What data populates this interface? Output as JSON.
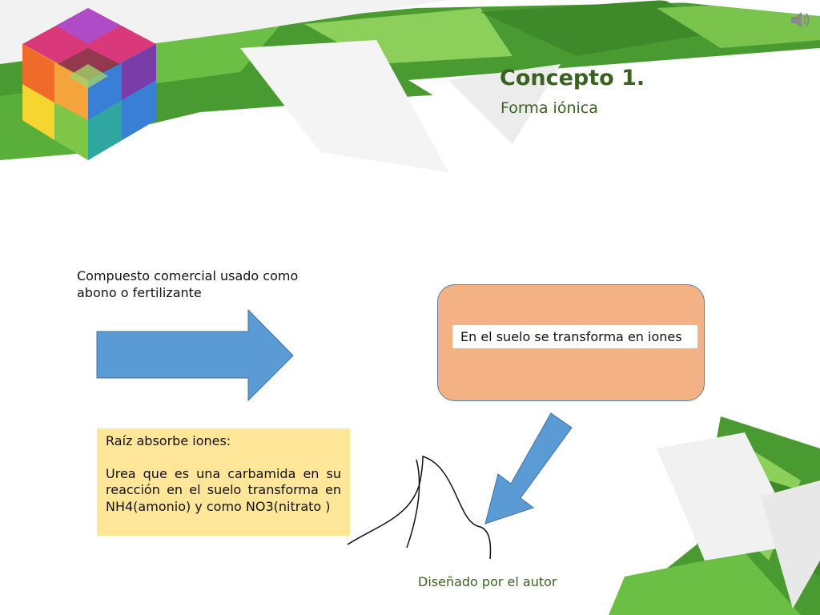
{
  "slide": {
    "title": "Concepto 1.",
    "subtitle": "Forma iónica",
    "commercial_label": "Compuesto comercial usado como abono o fertilizante",
    "soil_text": "En el suelo se transforma en iones",
    "root_heading": "Raíz absorbe  iones:",
    "root_body": "Urea que es una carbamida en su reacción en el suelo transforma en NH4(amonio) y como NO3(nitrato )",
    "footer": "Diseñado por el autor"
  },
  "icons": {
    "speaker": "speaker-icon",
    "logo": "cube-logo-icon"
  },
  "colors": {
    "title": "#3b6120",
    "arrow_fill": "#5b9bd5",
    "box_fill": "#f4b183",
    "box_border": "#5a7fa8",
    "yellow_box": "#ffe699",
    "green_band": "#4a9a32"
  }
}
